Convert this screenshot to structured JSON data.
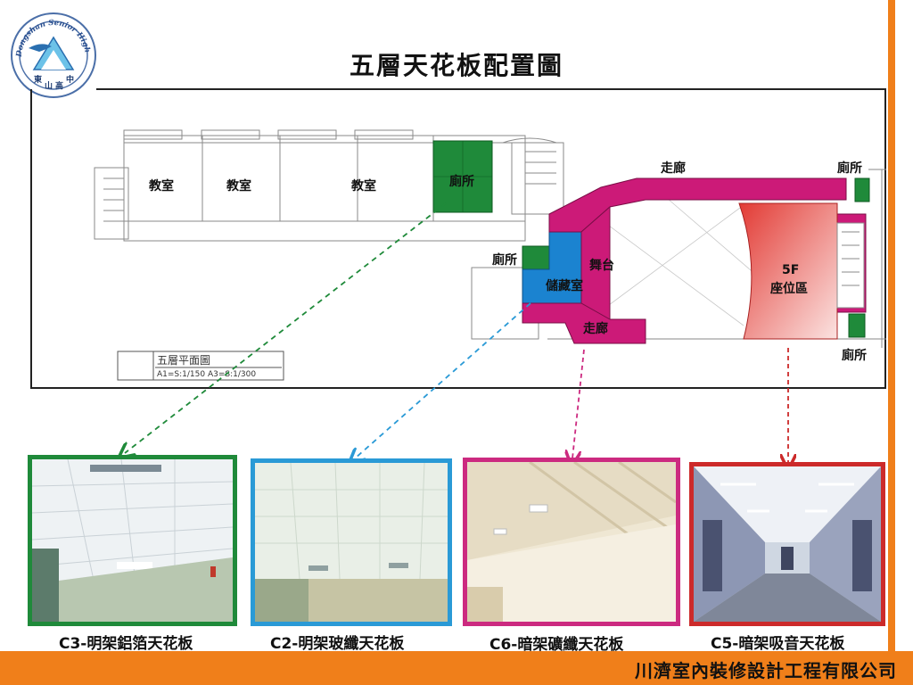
{
  "title": "五層天花板配置圖",
  "logo": {
    "ring_text": "Dongshan Senior High school",
    "chars": [
      "東",
      "山",
      "高",
      "中"
    ]
  },
  "floor_plan": {
    "rooms": {
      "classroom_1": "教室",
      "classroom_2": "教室",
      "classroom_3": "教室",
      "toilet_upper": "廁所",
      "toilet_mid": "廁所",
      "toilet_top_right": "廁所",
      "toilet_bottom_right": "廁所",
      "corridor_top": "走廊",
      "corridor_bottom": "走廊",
      "stage": "舞台",
      "storage": "儲藏室",
      "seating_floor": "5F",
      "seating": "座位區"
    },
    "legend": {
      "title": "五層平面圖",
      "scale": "A1=S:1/150   A3=S:1/300"
    }
  },
  "ceilings": [
    {
      "code": "C3",
      "caption": "C3-明架鋁箔天花板",
      "color": "#1f8a3a"
    },
    {
      "code": "C2",
      "caption": "C2-明架玻纖天花板",
      "color": "#2a9ad6"
    },
    {
      "code": "C6",
      "caption": "C6-暗架礦纖天花板",
      "color": "#cc2a80"
    },
    {
      "code": "C5",
      "caption": "C5-暗架吸音天花板",
      "color": "#cc2a2a"
    }
  ],
  "colors": {
    "accent_orange": "#f07f1a",
    "green_zone": "#1f8a3a",
    "blue_zone": "#1b83d0",
    "magenta_zone": "#cc1a78",
    "red_zone": "#e0403a"
  },
  "footer": {
    "company": "川濟室內裝修設計工程有限公司"
  }
}
